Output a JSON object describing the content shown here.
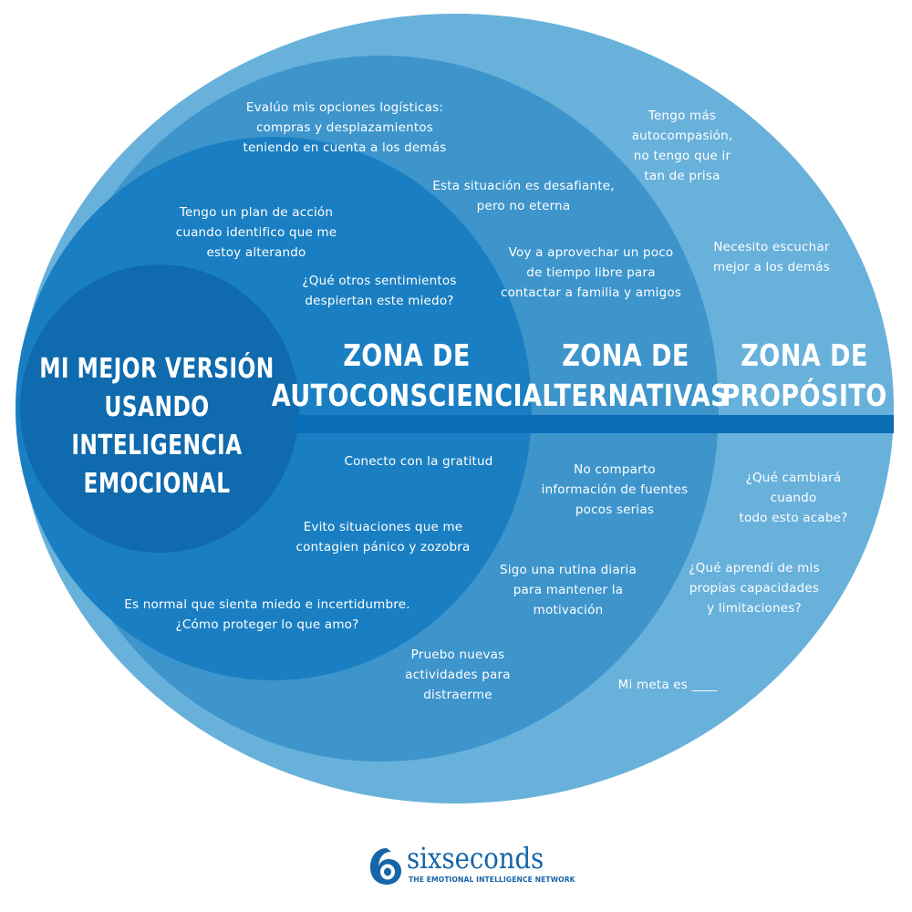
{
  "colors": {
    "outer": "#68b1db",
    "middle": "#3d95cc",
    "inner": "#1a7fc2",
    "core": "#0f6aae",
    "axis": "#0b6fb8",
    "logo": "#1565a8"
  },
  "core": {
    "title": "MI MEJOR VERSIÓN\nUSANDO\nINTELIGENCIA\nEMOCIONAL"
  },
  "zones": {
    "autoconsciencia": {
      "title": "ZONA DE\nAUTOCONSCIENCIA",
      "items": [
        "Tengo un plan de acción\ncuando identifico que me\nestoy alterando",
        "¿Qué otros sentimientos\ndespiertan este miedo?",
        "Conecto con la gratitud",
        "Evito situaciones que me\ncontagien pánico y zozobra",
        "Es normal que sienta miedo e incertidumbre.\n¿Cómo proteger lo que amo?"
      ]
    },
    "alternativas": {
      "title": "ZONA DE\nALTERNATIVAS",
      "items": [
        "Evalúo mis opciones logísticas:\ncompras y desplazamientos\nteniendo en cuenta a los demás",
        "Esta situación es desafiante,\npero no eterna",
        "Voy a aprovechar un poco\nde tiempo libre para\ncontactar a familia y amigos",
        "No comparto\ninformación de fuentes\npocos serias",
        "Sigo una rutina diaria\npara mantener la\nmotivación",
        "Pruebo nuevas\nactividades para\ndistraerme"
      ]
    },
    "proposito": {
      "title": "ZONA DE\nPROPÓSITO",
      "items": [
        "Tengo más\nautocompasión,\nno tengo que ir\ntan de prisa",
        "Necesito escuchar\nmejor a los demás",
        "¿Qué cambiará cuando\ntodo esto acabe?",
        "¿Qué aprendí de mis\npropias capacidades\ny limitaciones?",
        "Mi meta es ____"
      ]
    }
  },
  "logo": {
    "name": "sixseconds",
    "tagline": "THE EMOTIONAL INTELLIGENCE NETWORK"
  }
}
